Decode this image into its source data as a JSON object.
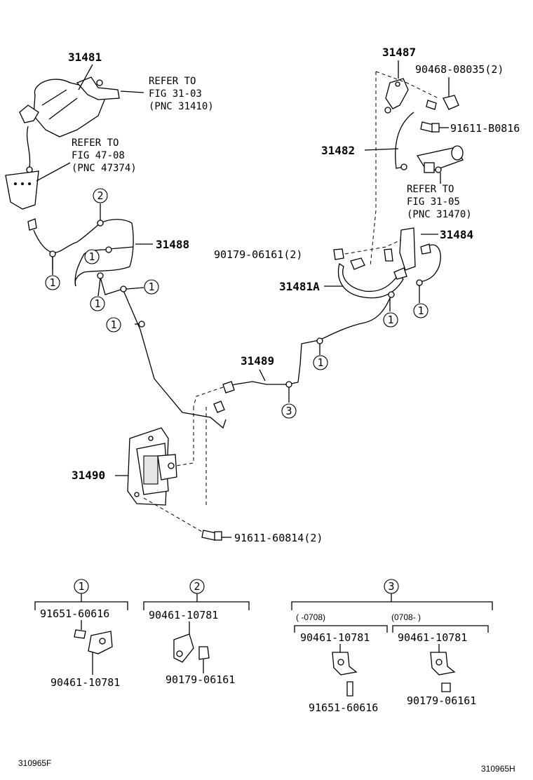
{
  "parts": {
    "p31481": "31481",
    "p31487": "31487",
    "p31482": "31482",
    "p31488": "31488",
    "p31484": "31484",
    "p31481A": "31481A",
    "p31489": "31489",
    "p31490": "31490",
    "bolt_top": "90468-08035(2)",
    "bolt_right": "91611-B0816",
    "nut_mid": "90179-06161(2)",
    "bolt_bottom": "91611-60814(2)"
  },
  "refs": {
    "ref1": [
      "REFER TO",
      "FIG 31-03",
      "(PNC 31410)"
    ],
    "ref2": [
      "REFER TO",
      "FIG 47-08",
      "(PNC 47374)"
    ],
    "ref3": [
      "REFER TO",
      "FIG 31-05",
      "(PNC 31470)"
    ]
  },
  "callouts": {
    "c1": "1",
    "c2": "2",
    "c3": "3"
  },
  "legend": {
    "g1": {
      "num": "1",
      "top": "91651-60616",
      "bottom": "90461-10781"
    },
    "g2": {
      "num": "2",
      "top": "90461-10781",
      "bottom": "90179-06161"
    },
    "g3": {
      "num": "3",
      "left_range": "(     -0708)",
      "right_range": "(0708-        )",
      "left_top": "90461-10781",
      "left_bottom": "91651-60616",
      "right_top": "90461-10781",
      "right_bottom": "90179-06161"
    }
  },
  "codes": {
    "left": "310965F",
    "right": "310965H"
  }
}
